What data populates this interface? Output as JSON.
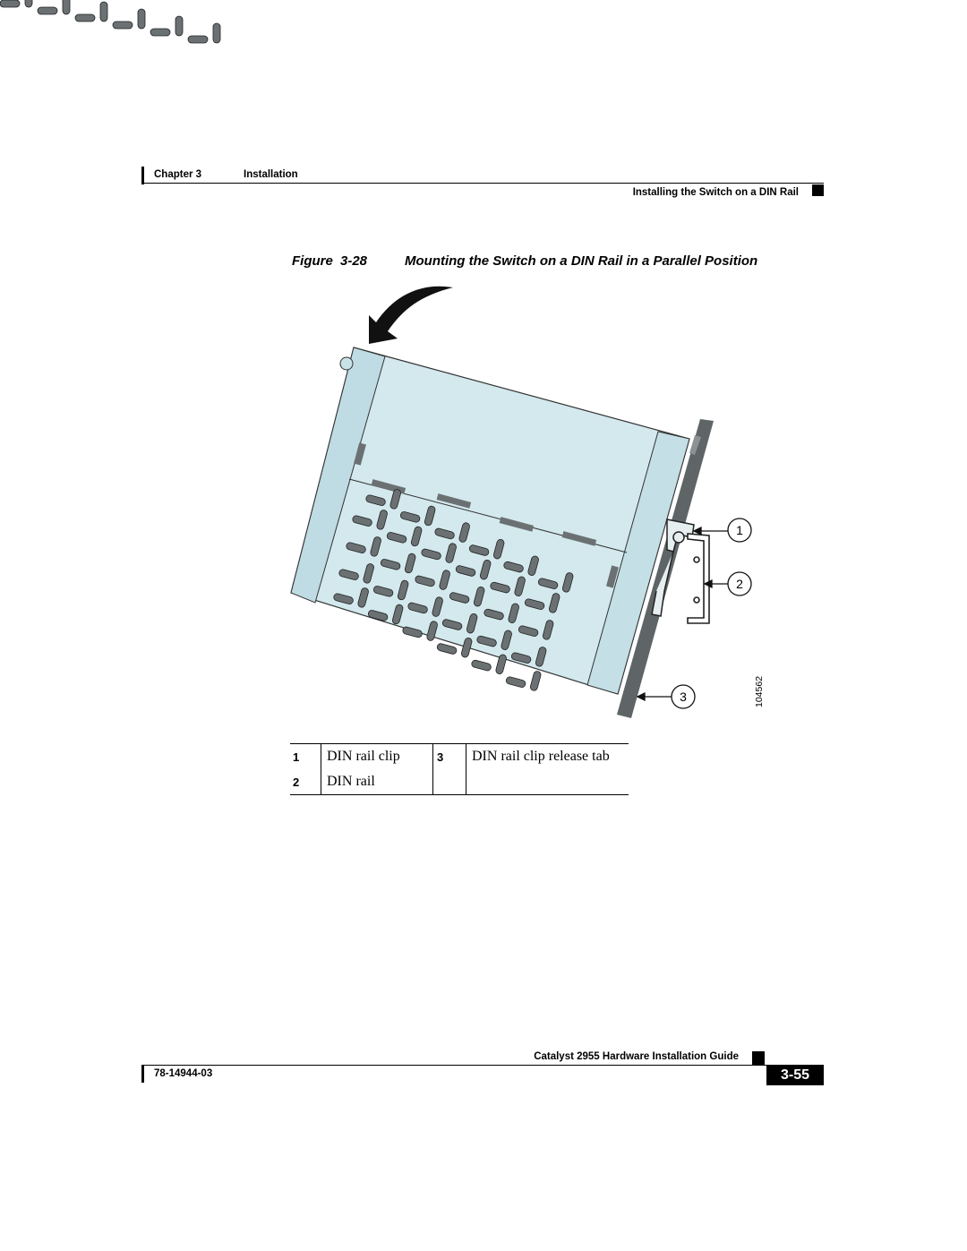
{
  "header": {
    "chapter": "Chapter 3",
    "section": "Installation",
    "running_title": "Installing the Switch on a DIN Rail"
  },
  "figure": {
    "label": "Figure",
    "number": "3-28",
    "title": "Mounting the Switch on a DIN Rail in a Parallel Position",
    "callouts": [
      "1",
      "2",
      "3"
    ],
    "art_id": "104562"
  },
  "legend": {
    "rows": [
      {
        "n1": "1",
        "t1": "DIN rail clip",
        "n2": "3",
        "t2": "DIN rail clip release tab"
      },
      {
        "n1": "2",
        "t1": "DIN rail",
        "n2": "",
        "t2": ""
      }
    ]
  },
  "footer": {
    "guide_title": "Catalyst 2955 Hardware Installation Guide",
    "doc_number": "78-14944-03",
    "page_number": "3-55"
  },
  "colors": {
    "switch_body": "#d3e9ee",
    "switch_side": "#bfdbe3",
    "vent_slot": "#6b7173",
    "rail": "#5f6566"
  }
}
